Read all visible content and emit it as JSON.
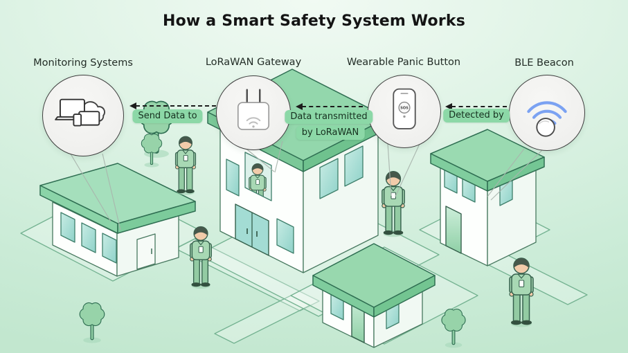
{
  "title": "How a Smart Safety System Works",
  "nodes": [
    {
      "id": "monitoring-systems",
      "label": "Monitoring Systems",
      "icon": "cloud-devices-icon"
    },
    {
      "id": "lorawan-gateway",
      "label": "LoRaWAN Gateway",
      "icon": "gateway-router-icon"
    },
    {
      "id": "wearable-panic-button",
      "label": "Wearable Panic Button",
      "icon": "sos-device-icon",
      "device_text": "SOS"
    },
    {
      "id": "ble-beacon",
      "label": "BLE Beacon",
      "icon": "ble-signal-icon"
    }
  ],
  "connections": [
    {
      "from": "lorawan-gateway",
      "to": "monitoring-systems",
      "label": "Send Data to"
    },
    {
      "from": "wearable-panic-button",
      "to": "lorawan-gateway",
      "label_lines": [
        "Data transmitted",
        "by LoRaWAN"
      ]
    },
    {
      "from": "ble-beacon",
      "to": "wearable-panic-button",
      "label": "Detected by"
    }
  ],
  "colors": {
    "background": "#d9f1e1",
    "title_text": "#141414",
    "label_text": "#232d27",
    "pill_background": "#8cd8a7",
    "arrow": "#1c1c1c",
    "roof_green": "#93d7ac",
    "wall_white": "#fdfffd",
    "window_teal": "#a3dcd4",
    "ble_wave_blue": "#7ba2f2",
    "scrubs_green": "#a8d8b4",
    "outline_green": "#2f6e52"
  },
  "scene": {
    "buildings": 4,
    "trees": 4,
    "people": 5
  }
}
